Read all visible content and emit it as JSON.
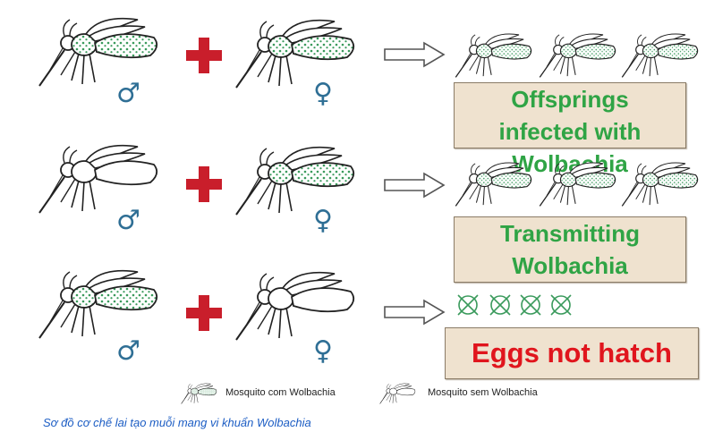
{
  "rows": [
    {
      "male_symbol": "♂",
      "female_symbol": "♀",
      "result_label": "Offsprings infected with Wolbachia"
    },
    {
      "male_symbol": "♂",
      "female_symbol": "♀",
      "result_label": "Transmitting Wolbachia"
    },
    {
      "male_symbol": "♂",
      "female_symbol": "♀",
      "result_label": "Eggs not hatch"
    }
  ],
  "legend": {
    "infected": "Mosquito com Wolbachia",
    "uninfected": "Mosquito sem Wolbachia"
  },
  "caption": "Sơ đồ cơ chế lai tạo muỗi mang vi khuẩn Wolbachia",
  "colors": {
    "plus": "#c91e2b",
    "label_green": "#2fa445",
    "label_red": "#e0151d",
    "box_fill": "#efe2cf",
    "gender_symbol": "#2f6f95",
    "caption": "#1c5dc4",
    "spots": "#3a9a5c"
  }
}
